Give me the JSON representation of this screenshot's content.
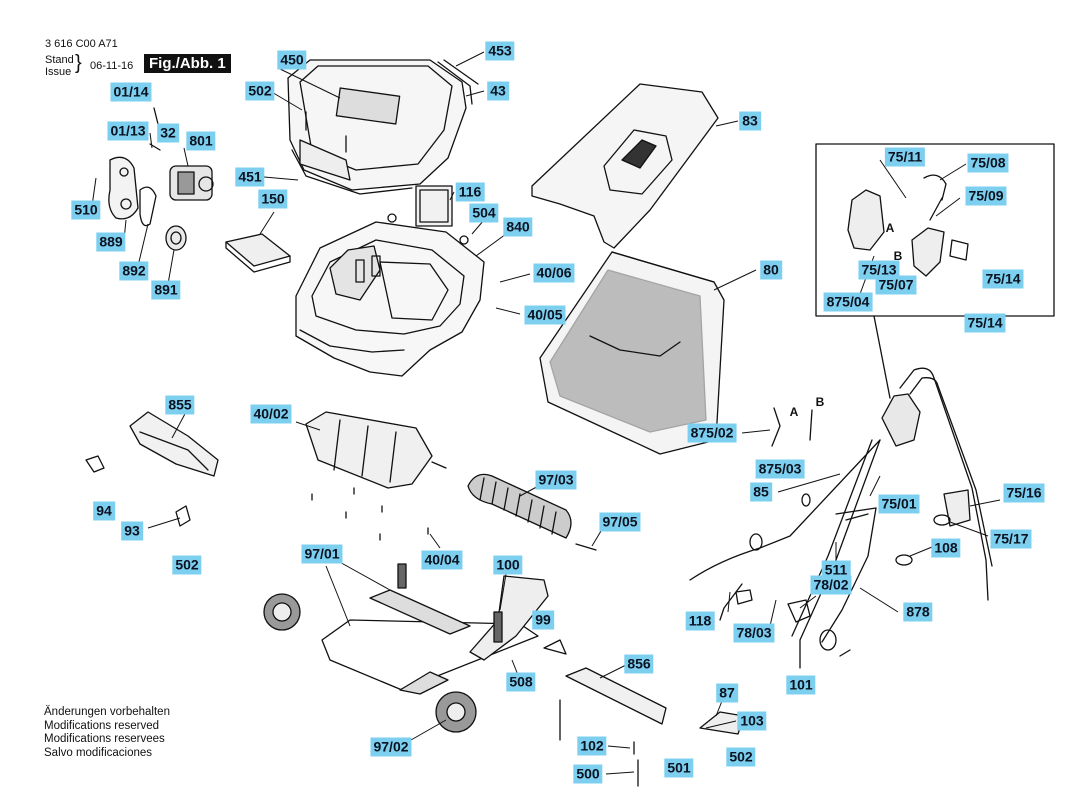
{
  "header": {
    "doc_number": "3 616 C00 A71",
    "stand": "Stand",
    "issue": "Issue",
    "date": "06-11-16",
    "figure_label": "Fig./Abb. 1"
  },
  "notes": [
    "Änderungen vorbehalten",
    "Modifications reserved",
    "Modifications reservees",
    "Salvo modificaciones"
  ],
  "inset_marks": {
    "a": "A",
    "b": "B"
  },
  "cable_marks": {
    "a": "A",
    "b": "B"
  },
  "parts": [
    {
      "id": "453",
      "label": "453"
    },
    {
      "id": "450",
      "label": "450"
    },
    {
      "id": "43",
      "label": "43"
    },
    {
      "id": "502-top",
      "label": "502"
    },
    {
      "id": "01-14",
      "label": "01/14"
    },
    {
      "id": "01-13",
      "label": "01/13"
    },
    {
      "id": "32",
      "label": "32"
    },
    {
      "id": "801",
      "label": "801"
    },
    {
      "id": "451",
      "label": "451"
    },
    {
      "id": "510",
      "label": "510"
    },
    {
      "id": "889",
      "label": "889"
    },
    {
      "id": "892",
      "label": "892"
    },
    {
      "id": "891",
      "label": "891"
    },
    {
      "id": "150",
      "label": "150"
    },
    {
      "id": "116",
      "label": "116"
    },
    {
      "id": "504",
      "label": "504"
    },
    {
      "id": "840",
      "label": "840"
    },
    {
      "id": "40-06",
      "label": "40/06"
    },
    {
      "id": "40-05",
      "label": "40/05"
    },
    {
      "id": "83",
      "label": "83"
    },
    {
      "id": "80",
      "label": "80"
    },
    {
      "id": "75-11",
      "label": "75/11"
    },
    {
      "id": "75-08",
      "label": "75/08"
    },
    {
      "id": "75-09",
      "label": "75/09"
    },
    {
      "id": "75-13",
      "label": "75/13"
    },
    {
      "id": "75-07",
      "label": "75/07"
    },
    {
      "id": "75-14a",
      "label": "75/14"
    },
    {
      "id": "875-04",
      "label": "875/04"
    },
    {
      "id": "75-14b",
      "label": "75/14"
    },
    {
      "id": "855",
      "label": "855"
    },
    {
      "id": "40-02",
      "label": "40/02"
    },
    {
      "id": "875-02",
      "label": "875/02"
    },
    {
      "id": "875-03",
      "label": "875/03"
    },
    {
      "id": "94",
      "label": "94"
    },
    {
      "id": "97-03",
      "label": "97/03"
    },
    {
      "id": "85",
      "label": "85"
    },
    {
      "id": "75-01",
      "label": "75/01"
    },
    {
      "id": "75-16",
      "label": "75/16"
    },
    {
      "id": "93",
      "label": "93"
    },
    {
      "id": "97-05",
      "label": "97/05"
    },
    {
      "id": "75-17",
      "label": "75/17"
    },
    {
      "id": "502-left",
      "label": "502"
    },
    {
      "id": "97-01",
      "label": "97/01"
    },
    {
      "id": "40-04",
      "label": "40/04"
    },
    {
      "id": "100",
      "label": "100"
    },
    {
      "id": "108",
      "label": "108"
    },
    {
      "id": "511",
      "label": "511"
    },
    {
      "id": "78-02",
      "label": "78/02"
    },
    {
      "id": "99",
      "label": "99"
    },
    {
      "id": "118",
      "label": "118"
    },
    {
      "id": "878",
      "label": "878"
    },
    {
      "id": "78-03",
      "label": "78/03"
    },
    {
      "id": "856",
      "label": "856"
    },
    {
      "id": "508",
      "label": "508"
    },
    {
      "id": "101",
      "label": "101"
    },
    {
      "id": "87",
      "label": "87"
    },
    {
      "id": "103",
      "label": "103"
    },
    {
      "id": "97-02",
      "label": "97/02"
    },
    {
      "id": "102",
      "label": "102"
    },
    {
      "id": "502-bottom",
      "label": "502"
    },
    {
      "id": "500",
      "label": "500"
    },
    {
      "id": "501",
      "label": "501"
    }
  ]
}
